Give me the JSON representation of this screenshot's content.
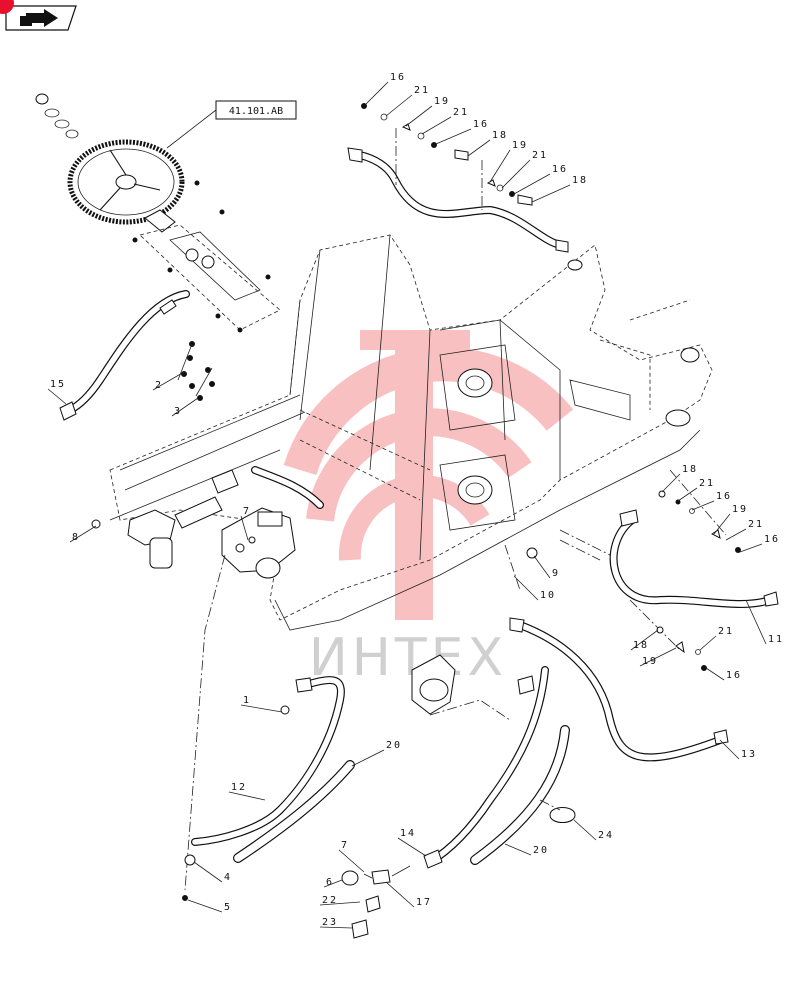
{
  "nav": {
    "back_icon": "left-arrow-icon",
    "badge_color": "#e8112d",
    "accent": "#111111"
  },
  "reference_box": "41.101.AB",
  "watermark": {
    "text": "ИНТЕХ",
    "color": "#ee1c25",
    "text_color": "#cfcfcf"
  },
  "callouts": [
    {
      "id": "c-16-a",
      "label": "16"
    },
    {
      "id": "c-21-a",
      "label": "21"
    },
    {
      "id": "c-19-a",
      "label": "19"
    },
    {
      "id": "c-21-b",
      "label": "21"
    },
    {
      "id": "c-16-b",
      "label": "16"
    },
    {
      "id": "c-18-a",
      "label": "18"
    },
    {
      "id": "c-19-b",
      "label": "19"
    },
    {
      "id": "c-21-c",
      "label": "21"
    },
    {
      "id": "c-16-c",
      "label": "16"
    },
    {
      "id": "c-18-b",
      "label": "18"
    },
    {
      "id": "c-15",
      "label": "15"
    },
    {
      "id": "c-2",
      "label": "2"
    },
    {
      "id": "c-3",
      "label": "3"
    },
    {
      "id": "c-8",
      "label": "8"
    },
    {
      "id": "c-7-a",
      "label": "7"
    },
    {
      "id": "c-9",
      "label": "9"
    },
    {
      "id": "c-10",
      "label": "10"
    },
    {
      "id": "c-18-c",
      "label": "18"
    },
    {
      "id": "c-21-d",
      "label": "21"
    },
    {
      "id": "c-16-d",
      "label": "16"
    },
    {
      "id": "c-19-c",
      "label": "19"
    },
    {
      "id": "c-21-e",
      "label": "21"
    },
    {
      "id": "c-16-e",
      "label": "16"
    },
    {
      "id": "c-11",
      "label": "11"
    },
    {
      "id": "c-18-d",
      "label": "18"
    },
    {
      "id": "c-21-f",
      "label": "21"
    },
    {
      "id": "c-19-d",
      "label": "19"
    },
    {
      "id": "c-16-f",
      "label": "16"
    },
    {
      "id": "c-1",
      "label": "1"
    },
    {
      "id": "c-20-a",
      "label": "20"
    },
    {
      "id": "c-12",
      "label": "12"
    },
    {
      "id": "c-13",
      "label": "13"
    },
    {
      "id": "c-24",
      "label": "24"
    },
    {
      "id": "c-14",
      "label": "14"
    },
    {
      "id": "c-20-b",
      "label": "20"
    },
    {
      "id": "c-7-b",
      "label": "7"
    },
    {
      "id": "c-6",
      "label": "6"
    },
    {
      "id": "c-17",
      "label": "17"
    },
    {
      "id": "c-4",
      "label": "4"
    },
    {
      "id": "c-22",
      "label": "22"
    },
    {
      "id": "c-23",
      "label": "23"
    },
    {
      "id": "c-5",
      "label": "5"
    }
  ]
}
